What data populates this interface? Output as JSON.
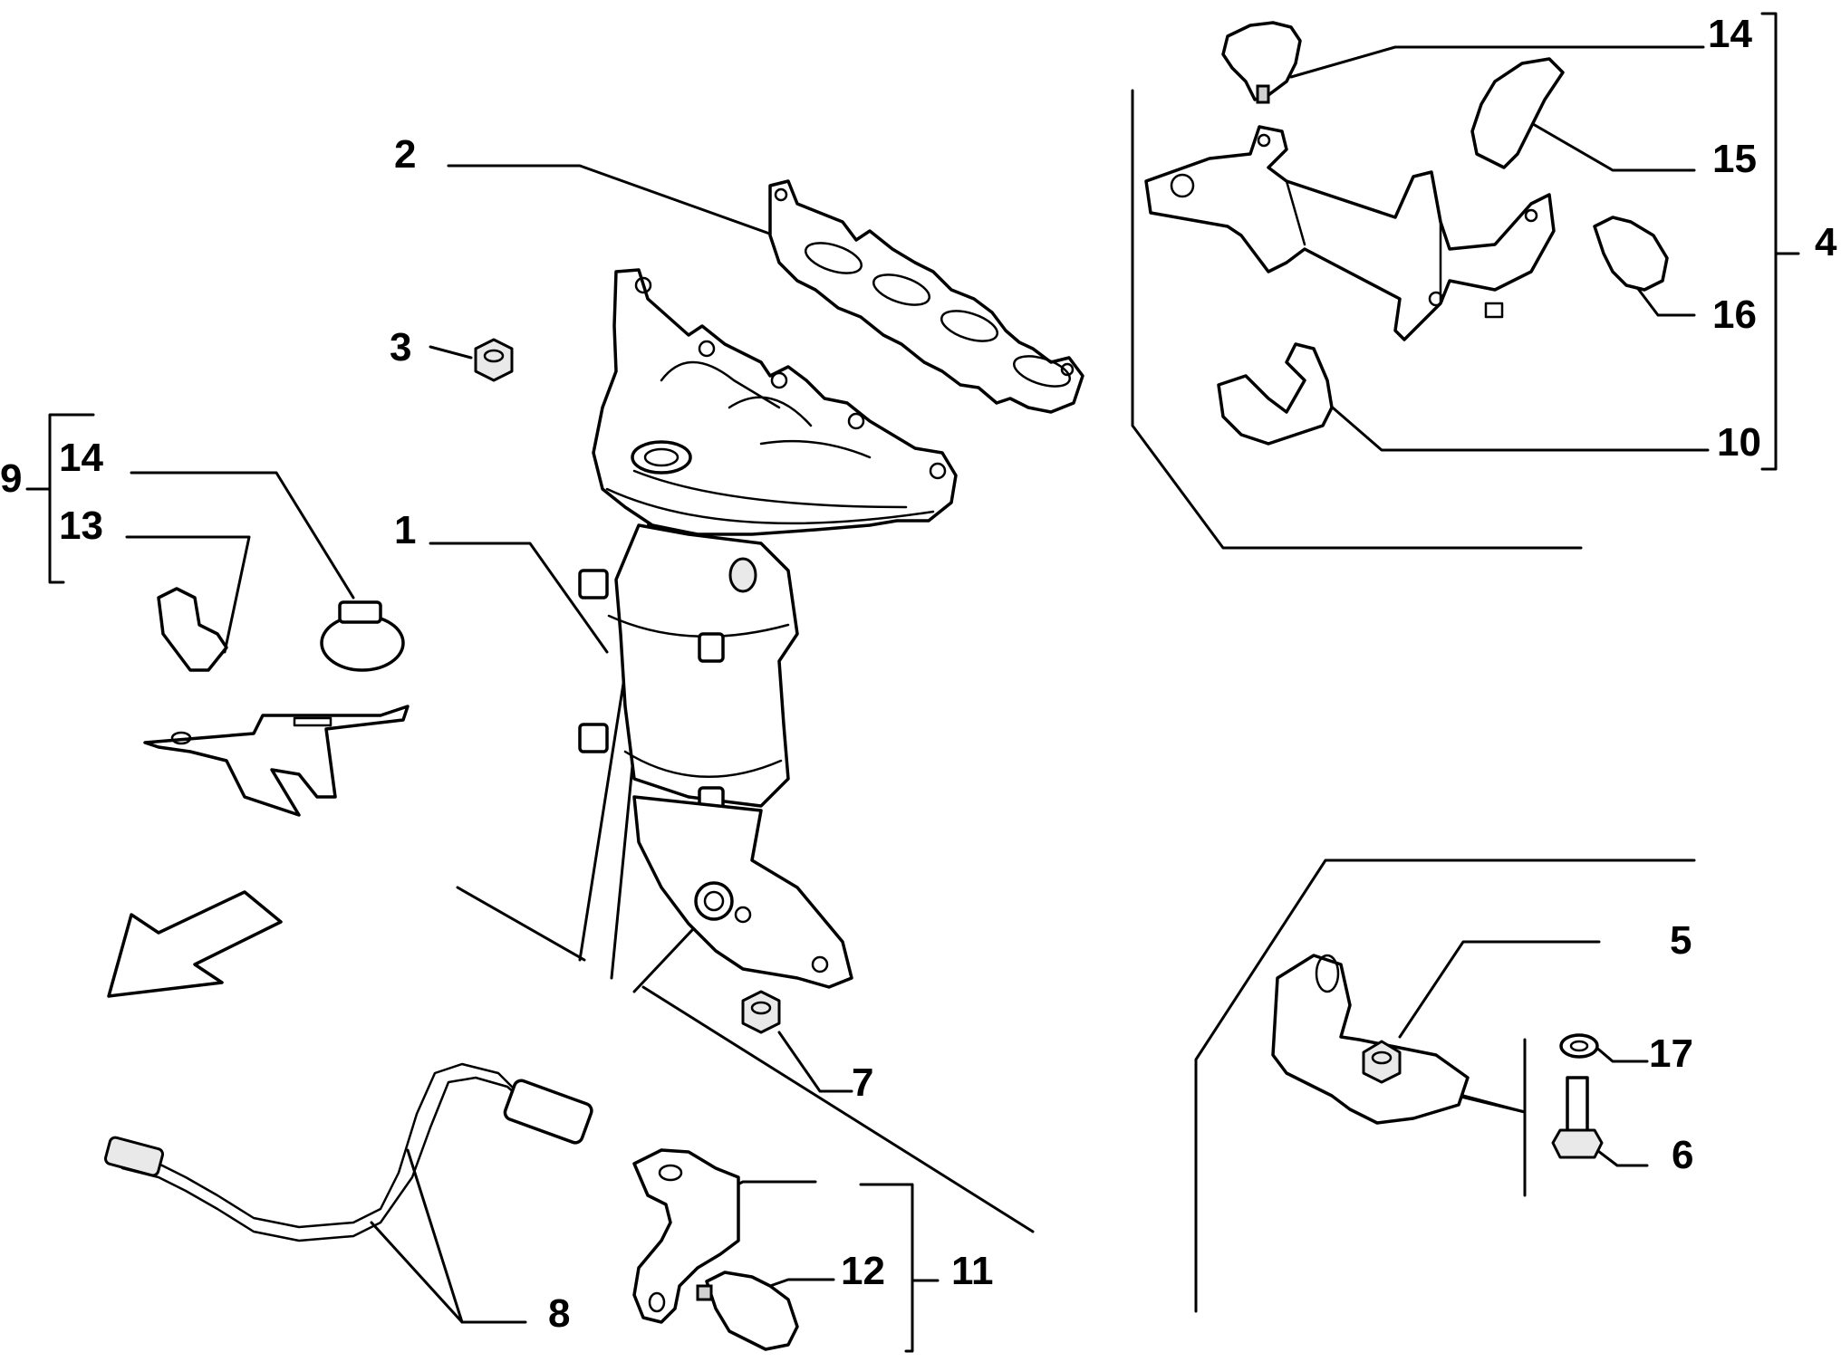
{
  "diagram": {
    "callouts": {
      "c1": "1",
      "c2": "2",
      "c3": "3",
      "c4": "4",
      "c5": "5",
      "c6": "6",
      "c7": "7",
      "c8": "8",
      "c9": "9",
      "c10": "10",
      "c11": "11",
      "c12": "12",
      "c13": "13",
      "c14a": "14",
      "c14b": "14",
      "c15": "15",
      "c16": "16",
      "c17": "17"
    },
    "parts": [
      "exhaust-manifold-catalytic-converter",
      "manifold-gasket",
      "nut",
      "heat-shield-bracket-assembly",
      "support-bracket",
      "bolt",
      "nut",
      "oxygen-sensor",
      "bracket-assembly",
      "clip",
      "bracket-assembly",
      "connector-holder",
      "clip",
      "connector-retainer",
      "clip",
      "clip",
      "washer"
    ]
  }
}
